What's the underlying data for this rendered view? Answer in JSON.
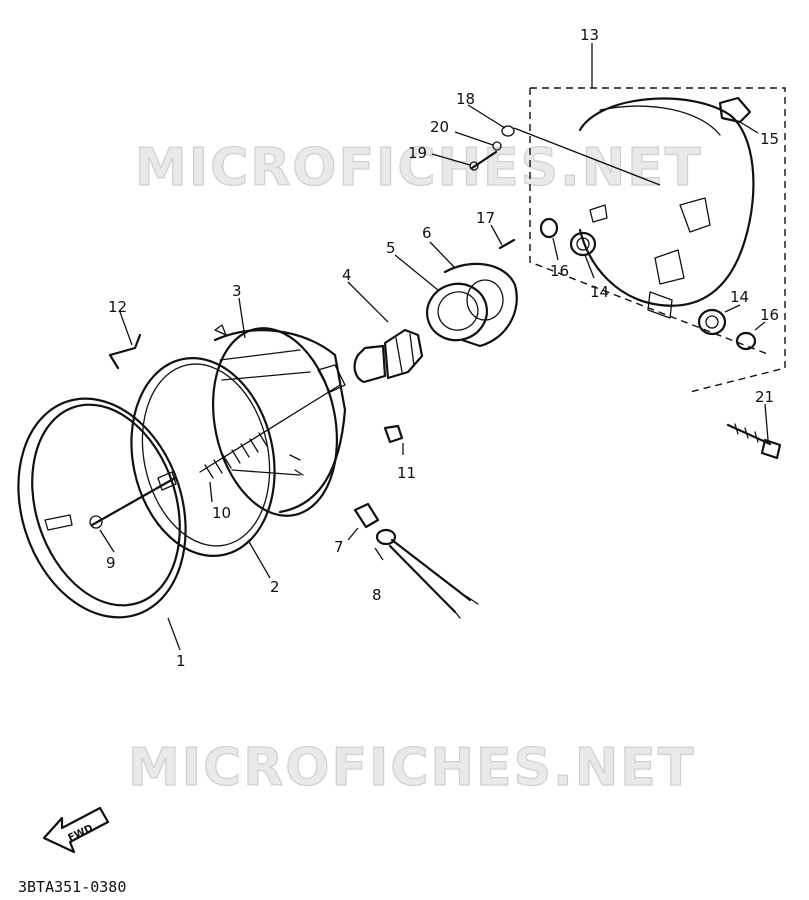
{
  "watermark": {
    "text": "MICROFICHES.NET"
  },
  "diagram_code": "3BTA351-0380",
  "fwd_label": "FWD",
  "callouts": [
    "1",
    "2",
    "3",
    "4",
    "5",
    "6",
    "7",
    "8",
    "9",
    "10",
    "11",
    "12",
    "13",
    "14",
    "14",
    "14",
    "15",
    "16",
    "16",
    "17",
    "18",
    "19",
    "20",
    "21"
  ]
}
